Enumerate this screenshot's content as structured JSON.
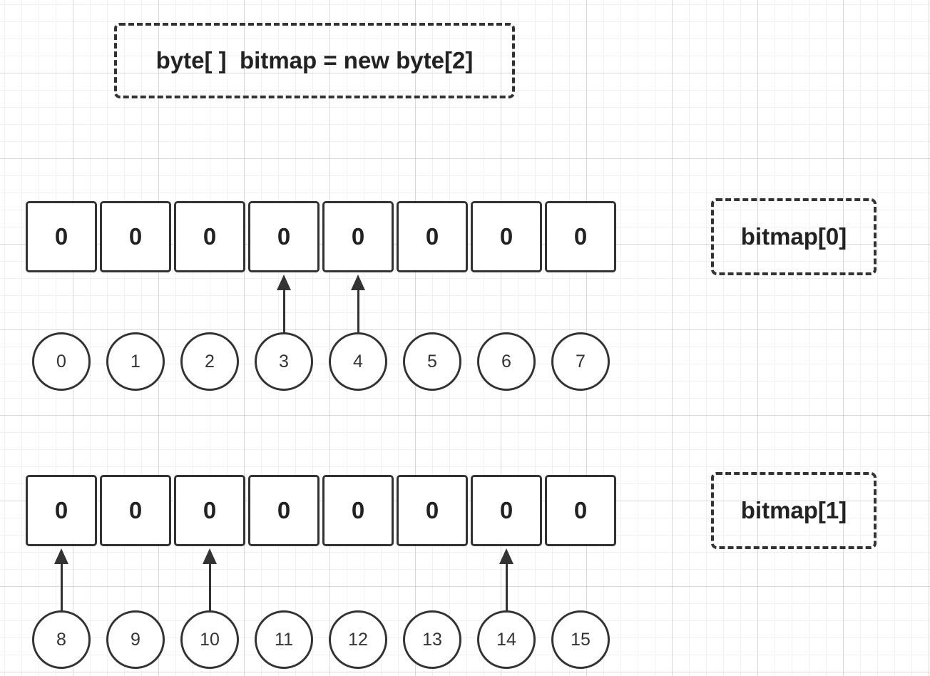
{
  "declaration": "byte[ ]  bitmap = new byte[2]",
  "rows": [
    {
      "label": "bitmap[0]",
      "bits": [
        "0",
        "0",
        "0",
        "0",
        "0",
        "0",
        "0",
        "0"
      ],
      "indices": [
        "0",
        "1",
        "2",
        "3",
        "4",
        "5",
        "6",
        "7"
      ]
    },
    {
      "label": "bitmap[1]",
      "bits": [
        "0",
        "0",
        "0",
        "0",
        "0",
        "0",
        "0",
        "0"
      ],
      "indices": [
        "8",
        "9",
        "10",
        "11",
        "12",
        "13",
        "14",
        "15"
      ]
    }
  ],
  "colors": {
    "stroke": "#333333",
    "grid": "#d9d9d9"
  }
}
